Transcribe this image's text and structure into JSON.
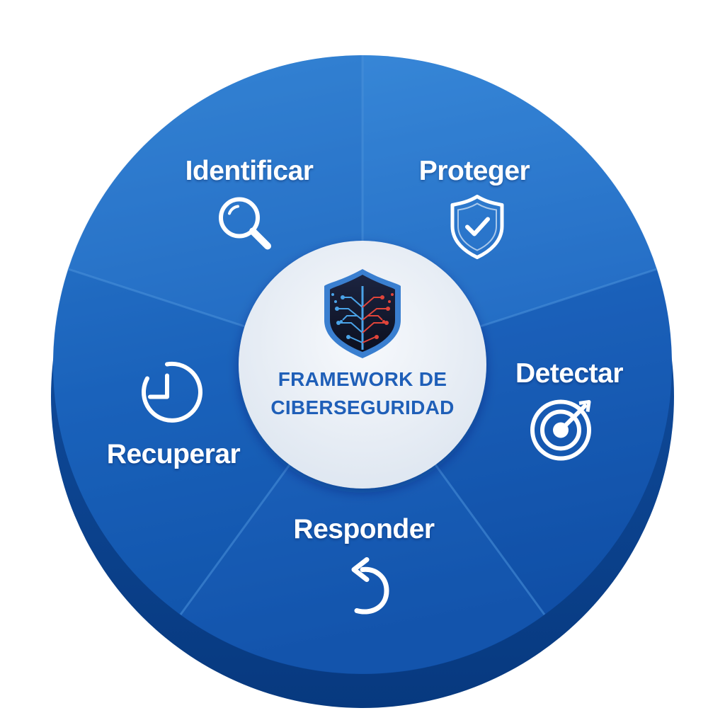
{
  "diagram": {
    "hub": {
      "title_line1": "FRAMEWORK DE",
      "title_line2": "CIBERSEGURIDAD",
      "logo_icon": "circuit-tree-shield-icon"
    },
    "segments": [
      {
        "id": "identificar",
        "label": "Identificar",
        "icon": "magnifying-glass-icon"
      },
      {
        "id": "proteger",
        "label": "Proteger",
        "icon": "shield-check-icon"
      },
      {
        "id": "detectar",
        "label": "Detectar",
        "icon": "target-icon"
      },
      {
        "id": "responder",
        "label": "Responder",
        "icon": "undo-arrow-icon"
      },
      {
        "id": "recuperar",
        "label": "Recuperar",
        "icon": "clock-icon"
      }
    ],
    "colors": {
      "wheel_light": "#3484d6",
      "wheel_dark": "#0f4da4",
      "rim": "#0a3f8a",
      "divider": "#4a8fd9",
      "hub_fill": "#e9eef5",
      "hub_text": "#1f5fb8",
      "shield_bg": "#141a2e",
      "shield_rim": "#3a7fd0",
      "circuit_red": "#e0443a",
      "circuit_blue": "#4aa3e8"
    }
  }
}
